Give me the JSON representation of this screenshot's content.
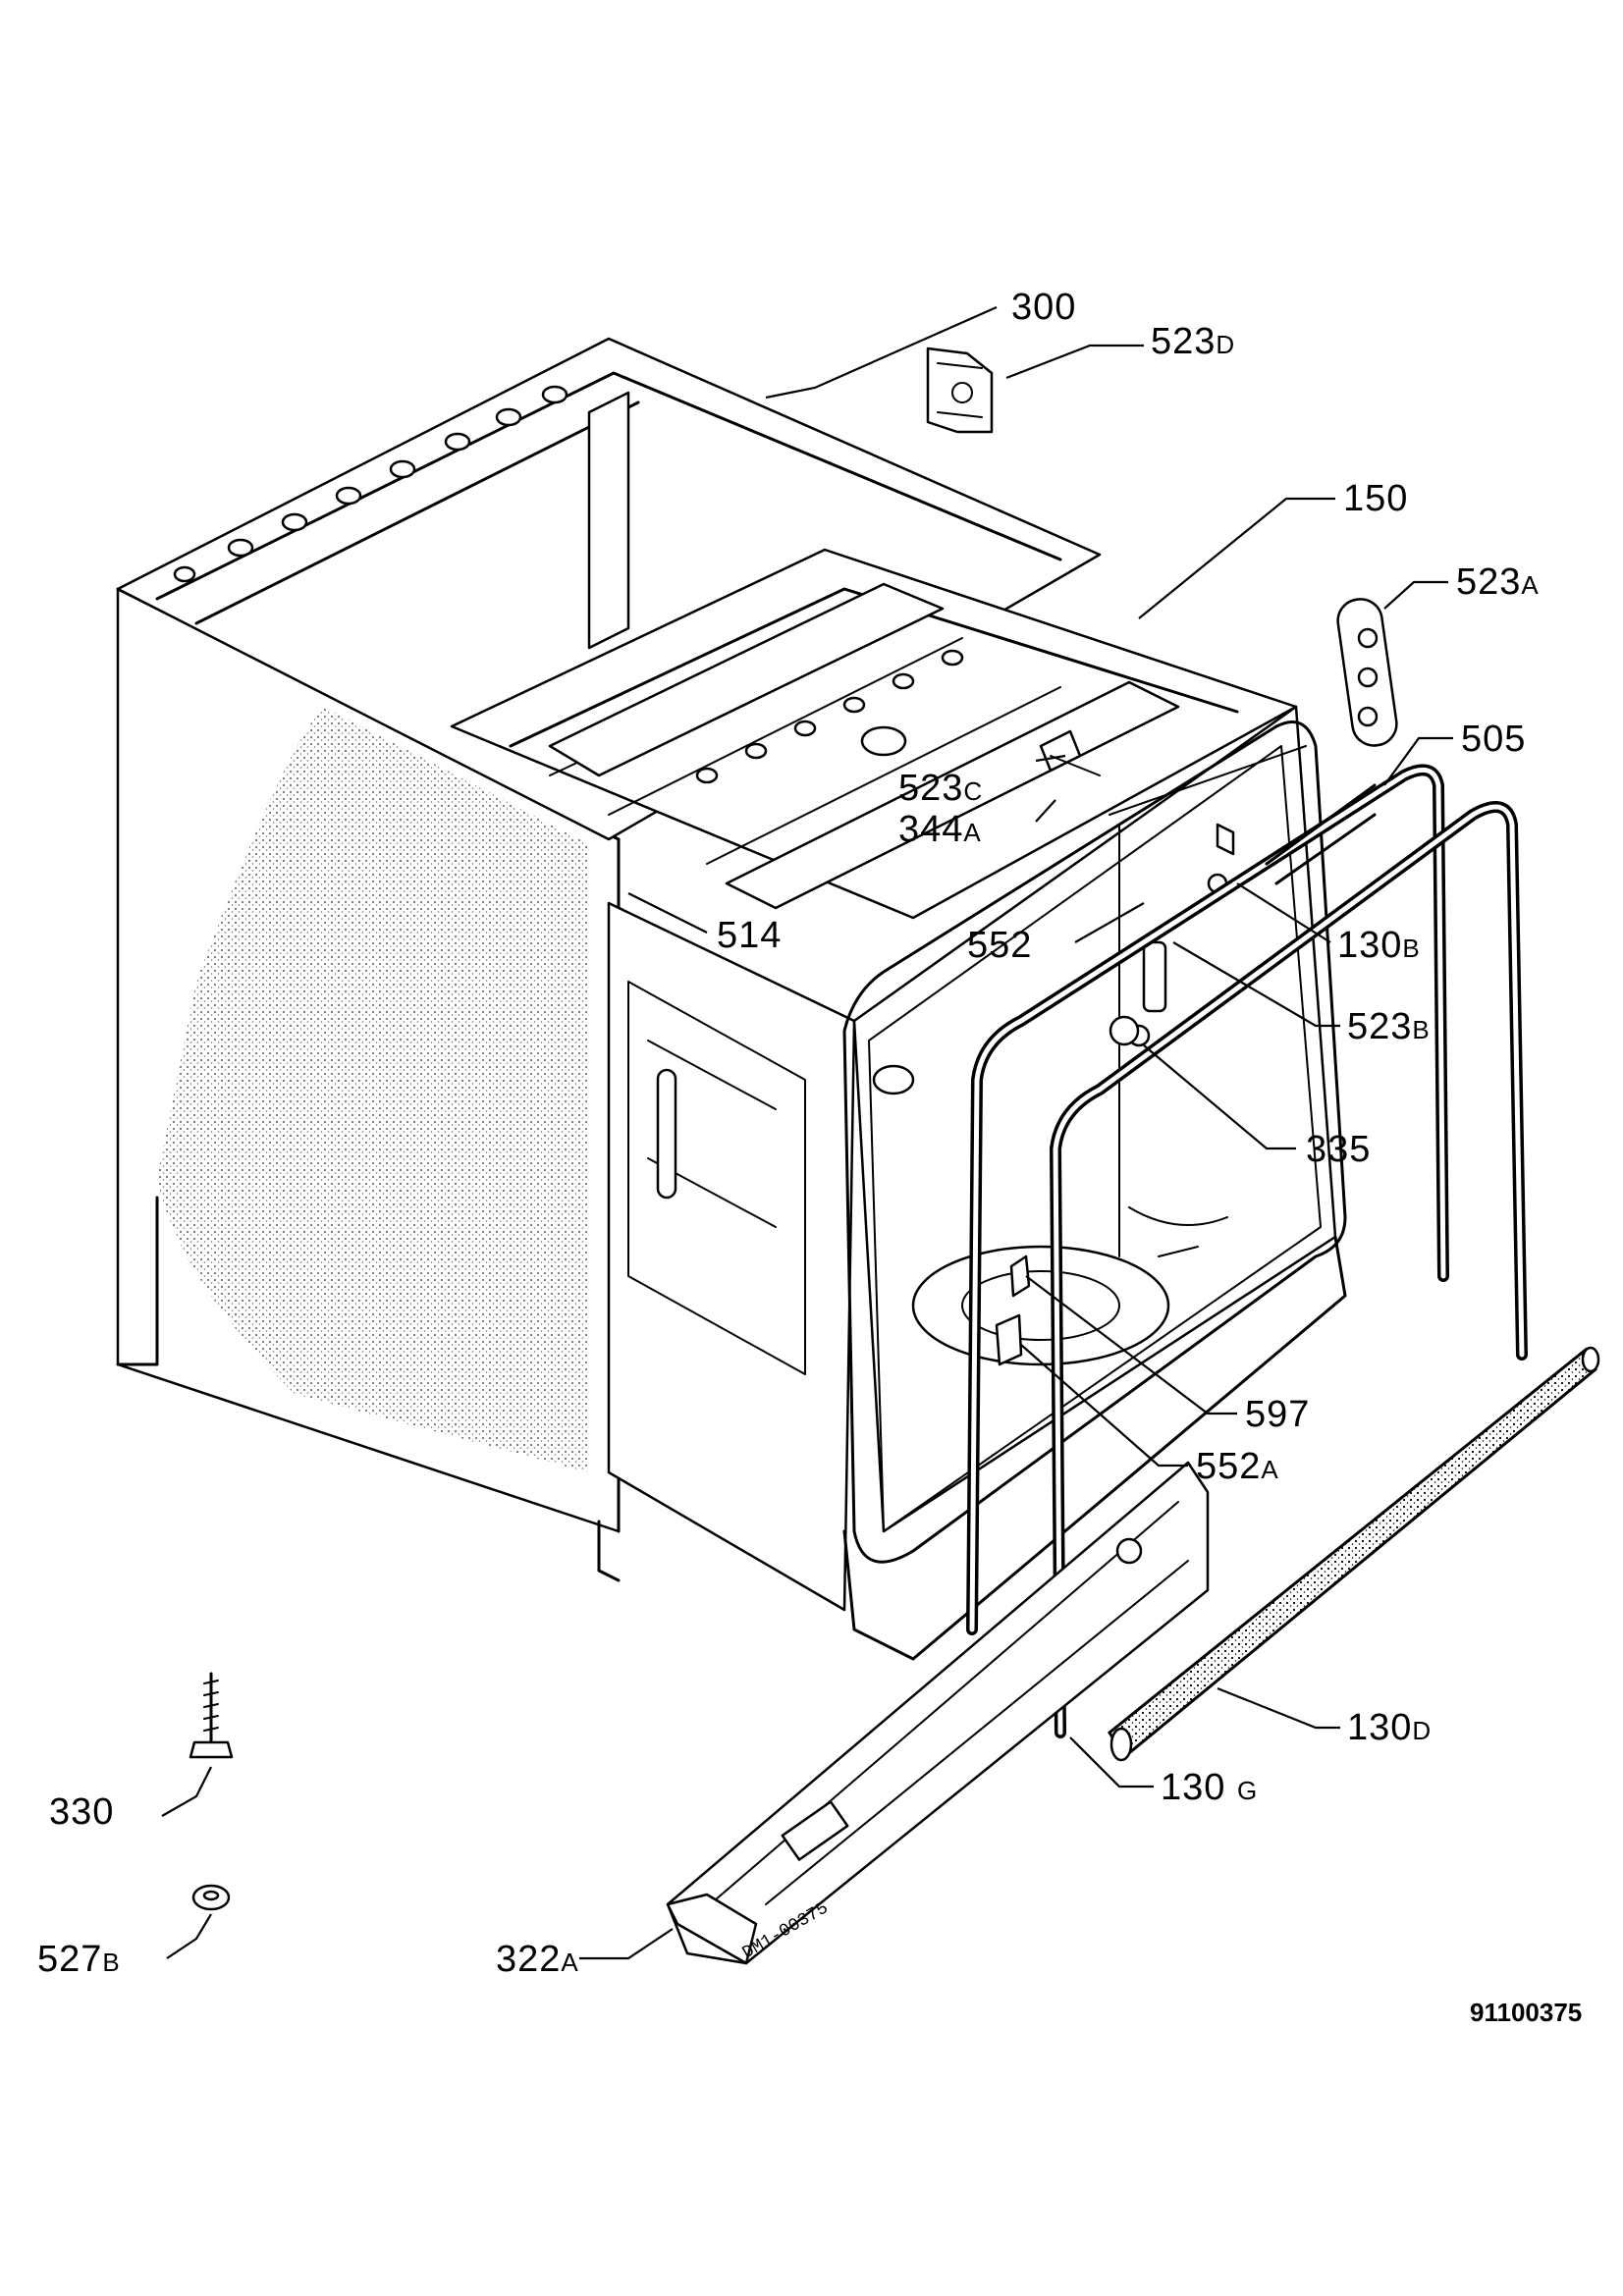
{
  "document_number": "91100375",
  "stamp_text": "DM1-00375",
  "labels": [
    {
      "id": "300",
      "main": "300",
      "suffix": ""
    },
    {
      "id": "523D",
      "main": "523",
      "suffix": "D"
    },
    {
      "id": "150",
      "main": "150",
      "suffix": ""
    },
    {
      "id": "523A",
      "main": "523",
      "suffix": "A"
    },
    {
      "id": "505",
      "main": "505",
      "suffix": ""
    },
    {
      "id": "523C",
      "main": "523",
      "suffix": "C"
    },
    {
      "id": "344A",
      "main": "344",
      "suffix": "A"
    },
    {
      "id": "514",
      "main": "514",
      "suffix": ""
    },
    {
      "id": "552",
      "main": "552",
      "suffix": ""
    },
    {
      "id": "130B",
      "main": "130",
      "suffix": "B"
    },
    {
      "id": "523B",
      "main": "523",
      "suffix": "B"
    },
    {
      "id": "335",
      "main": "335",
      "suffix": ""
    },
    {
      "id": "597",
      "main": "597",
      "suffix": ""
    },
    {
      "id": "552A",
      "main": "552",
      "suffix": "A"
    },
    {
      "id": "130D",
      "main": "130",
      "suffix": "D"
    },
    {
      "id": "130G",
      "main": "130 ",
      "suffix": "G"
    },
    {
      "id": "330",
      "main": "330",
      "suffix": ""
    },
    {
      "id": "527B",
      "main": "527",
      "suffix": "B"
    },
    {
      "id": "322A",
      "main": "322",
      "suffix": "A"
    }
  ]
}
